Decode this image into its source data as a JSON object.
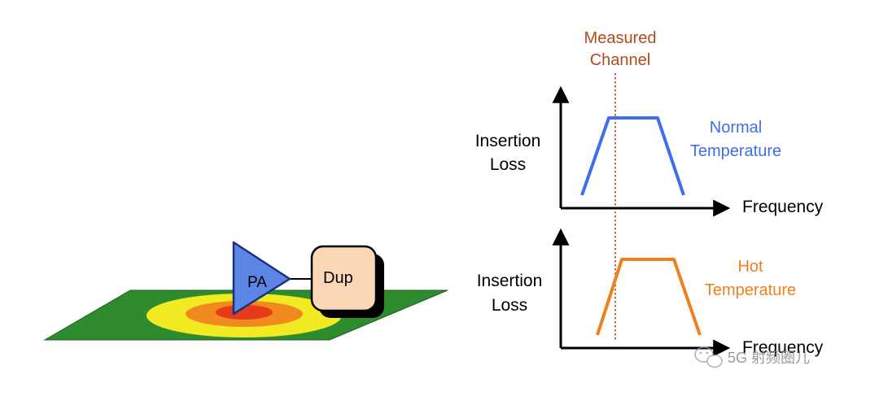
{
  "pcb": {
    "pa_label": "PA",
    "duplexer_label": "Dup"
  },
  "graphs": {
    "measured_channel": {
      "line1": "Measured",
      "line2": "Channel"
    },
    "normal": {
      "y_label_line1": "Insertion",
      "y_label_line2": "Loss",
      "x_label": "Frequency",
      "curve_label_line1": "Normal",
      "curve_label_line2": "Temperature"
    },
    "hot": {
      "y_label_line1": "Insertion",
      "y_label_line2": "Loss",
      "x_label": "Frequency",
      "curve_label_line1": "Hot",
      "curve_label_line2": "Temperature"
    }
  },
  "watermark": {
    "text": "5G 射频圈儿"
  },
  "colors": {
    "normal_curve": "#3d6ef0",
    "hot_curve": "#f07f1d",
    "measured_line": "#b5481c",
    "board": "#2e8b2e",
    "hot_core": "#e63a1b",
    "hot_mid": "#f08a1f",
    "hot_outer": "#f2ea22",
    "pa_fill": "#5b86e5",
    "dup_fill": "#fbd7b5"
  }
}
